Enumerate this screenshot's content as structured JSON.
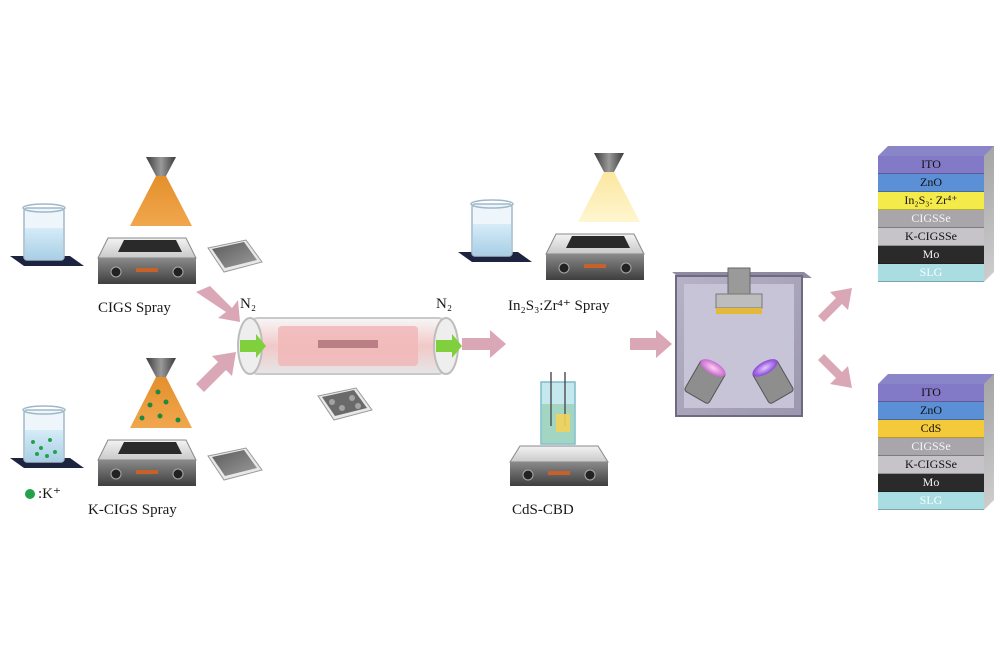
{
  "labels": {
    "cigs_spray": "CIGS Spray",
    "k_cigs_spray": "K-CIGS Spray",
    "k_legend": ":K⁺",
    "n2_left": "N₂",
    "n2_right": "N₂",
    "in2s3_spray": "In₂S₃:Zr⁴⁺ Spray",
    "cds_cbd": "CdS-CBD"
  },
  "device_top": {
    "layers": [
      {
        "label": "ITO",
        "color": "#8279c7"
      },
      {
        "label": "ZnO",
        "color": "#5b8fd6"
      },
      {
        "label": "In₂S₃: Zr⁴⁺",
        "color": "#f4ea4a"
      },
      {
        "label": "CIGSSe",
        "color": "#a8a6ab"
      },
      {
        "label": "K-CIGSSe",
        "color": "#c6c3c9"
      },
      {
        "label": "Mo",
        "color": "#2a2a2a"
      },
      {
        "label": "SLG",
        "color": "#a9dde2"
      }
    ]
  },
  "device_bottom": {
    "layers": [
      {
        "label": "ITO",
        "color": "#8279c7"
      },
      {
        "label": "ZnO",
        "color": "#5b8fd6"
      },
      {
        "label": "CdS",
        "color": "#f4c93a"
      },
      {
        "label": "CIGSSe",
        "color": "#a8a6ab"
      },
      {
        "label": "K-CIGSSe",
        "color": "#c6c3c9"
      },
      {
        "label": "Mo",
        "color": "#2a2a2a"
      },
      {
        "label": "SLG",
        "color": "#a9dde2"
      }
    ]
  },
  "colors": {
    "arrow": "#d9a7b6",
    "spray_orange": "#e08a2a",
    "spray_yellow": "#f7e28a",
    "k_dot": "#22a34a",
    "furnace_glow": "#f2b7b7"
  }
}
